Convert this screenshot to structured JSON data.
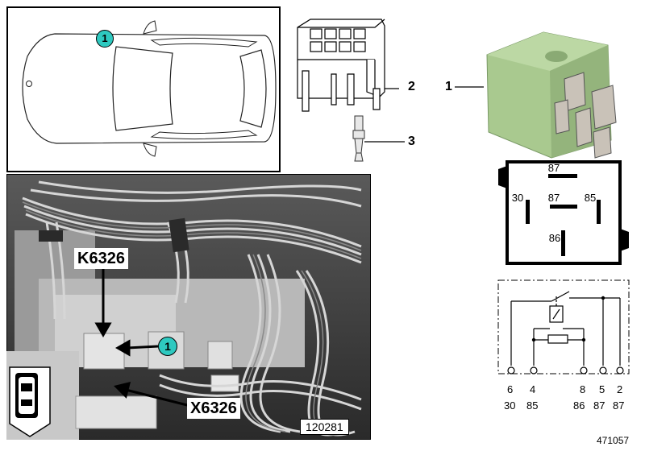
{
  "callouts": {
    "part1": "1",
    "part2": "2",
    "part3": "3",
    "marker": "1"
  },
  "photo": {
    "label_k": "K6326",
    "label_x": "X6326",
    "ref_number": "120281"
  },
  "relay_pins": {
    "top": "87",
    "left": "30",
    "center": "87",
    "right": "85",
    "bottom": "86"
  },
  "schematic": {
    "pins": [
      {
        "number": "6",
        "terminal": "30"
      },
      {
        "number": "4",
        "terminal": "85"
      },
      {
        "number": "8",
        "terminal": "86"
      },
      {
        "number": "5",
        "terminal": "87"
      },
      {
        "number": "2",
        "terminal": "87"
      }
    ]
  },
  "diagram_id": "471057",
  "colors": {
    "marker_teal": "#2ec9c0",
    "relay_green": "#a9c98f"
  }
}
